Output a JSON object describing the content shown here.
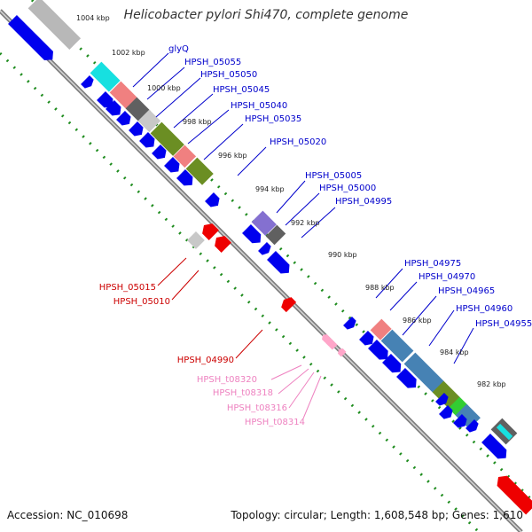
{
  "title": "Helicobacter pylori Shi470, complete genome",
  "footer": {
    "accession": "Accession: NC_010698",
    "topology": "Topology: circular; Length: 1,608,548 bp; Genes: 1,610"
  },
  "colors": {
    "cds": "#0000ee",
    "cds_reverse": "#ee0000",
    "trna": "#ffa6c9",
    "label_forward": "#0000cc",
    "label_reverse": "#cc0000",
    "label_trna": "#ee82c0",
    "backbone": "#808080",
    "tick_dots": "#1e8c1e"
  },
  "scale_ticks": [
    "1004 kbp",
    "1002 kbp",
    "1000 kbp",
    "998 kbp",
    "996 kbp",
    "994 kbp",
    "992 kbp",
    "990 kbp",
    "988 kbp",
    "986 kbp",
    "984 kbp",
    "982 kbp"
  ],
  "forward_labels": [
    "glyQ",
    "HPSH_05055",
    "HPSH_05050",
    "HPSH_05045",
    "HPSH_05040",
    "HPSH_05035",
    "HPSH_05020",
    "HPSH_05005",
    "HPSH_05000",
    "HPSH_04995",
    "HPSH_04975",
    "HPSH_04970",
    "HPSH_04965",
    "HPSH_04960",
    "HPSH_04955"
  ],
  "reverse_labels": [
    "HPSH_05015",
    "HPSH_05010",
    "HPSH_04990"
  ],
  "trna_labels": [
    "HPSH_t08320",
    "HPSH_t08318",
    "HPSH_t08316",
    "HPSH_t08314"
  ]
}
